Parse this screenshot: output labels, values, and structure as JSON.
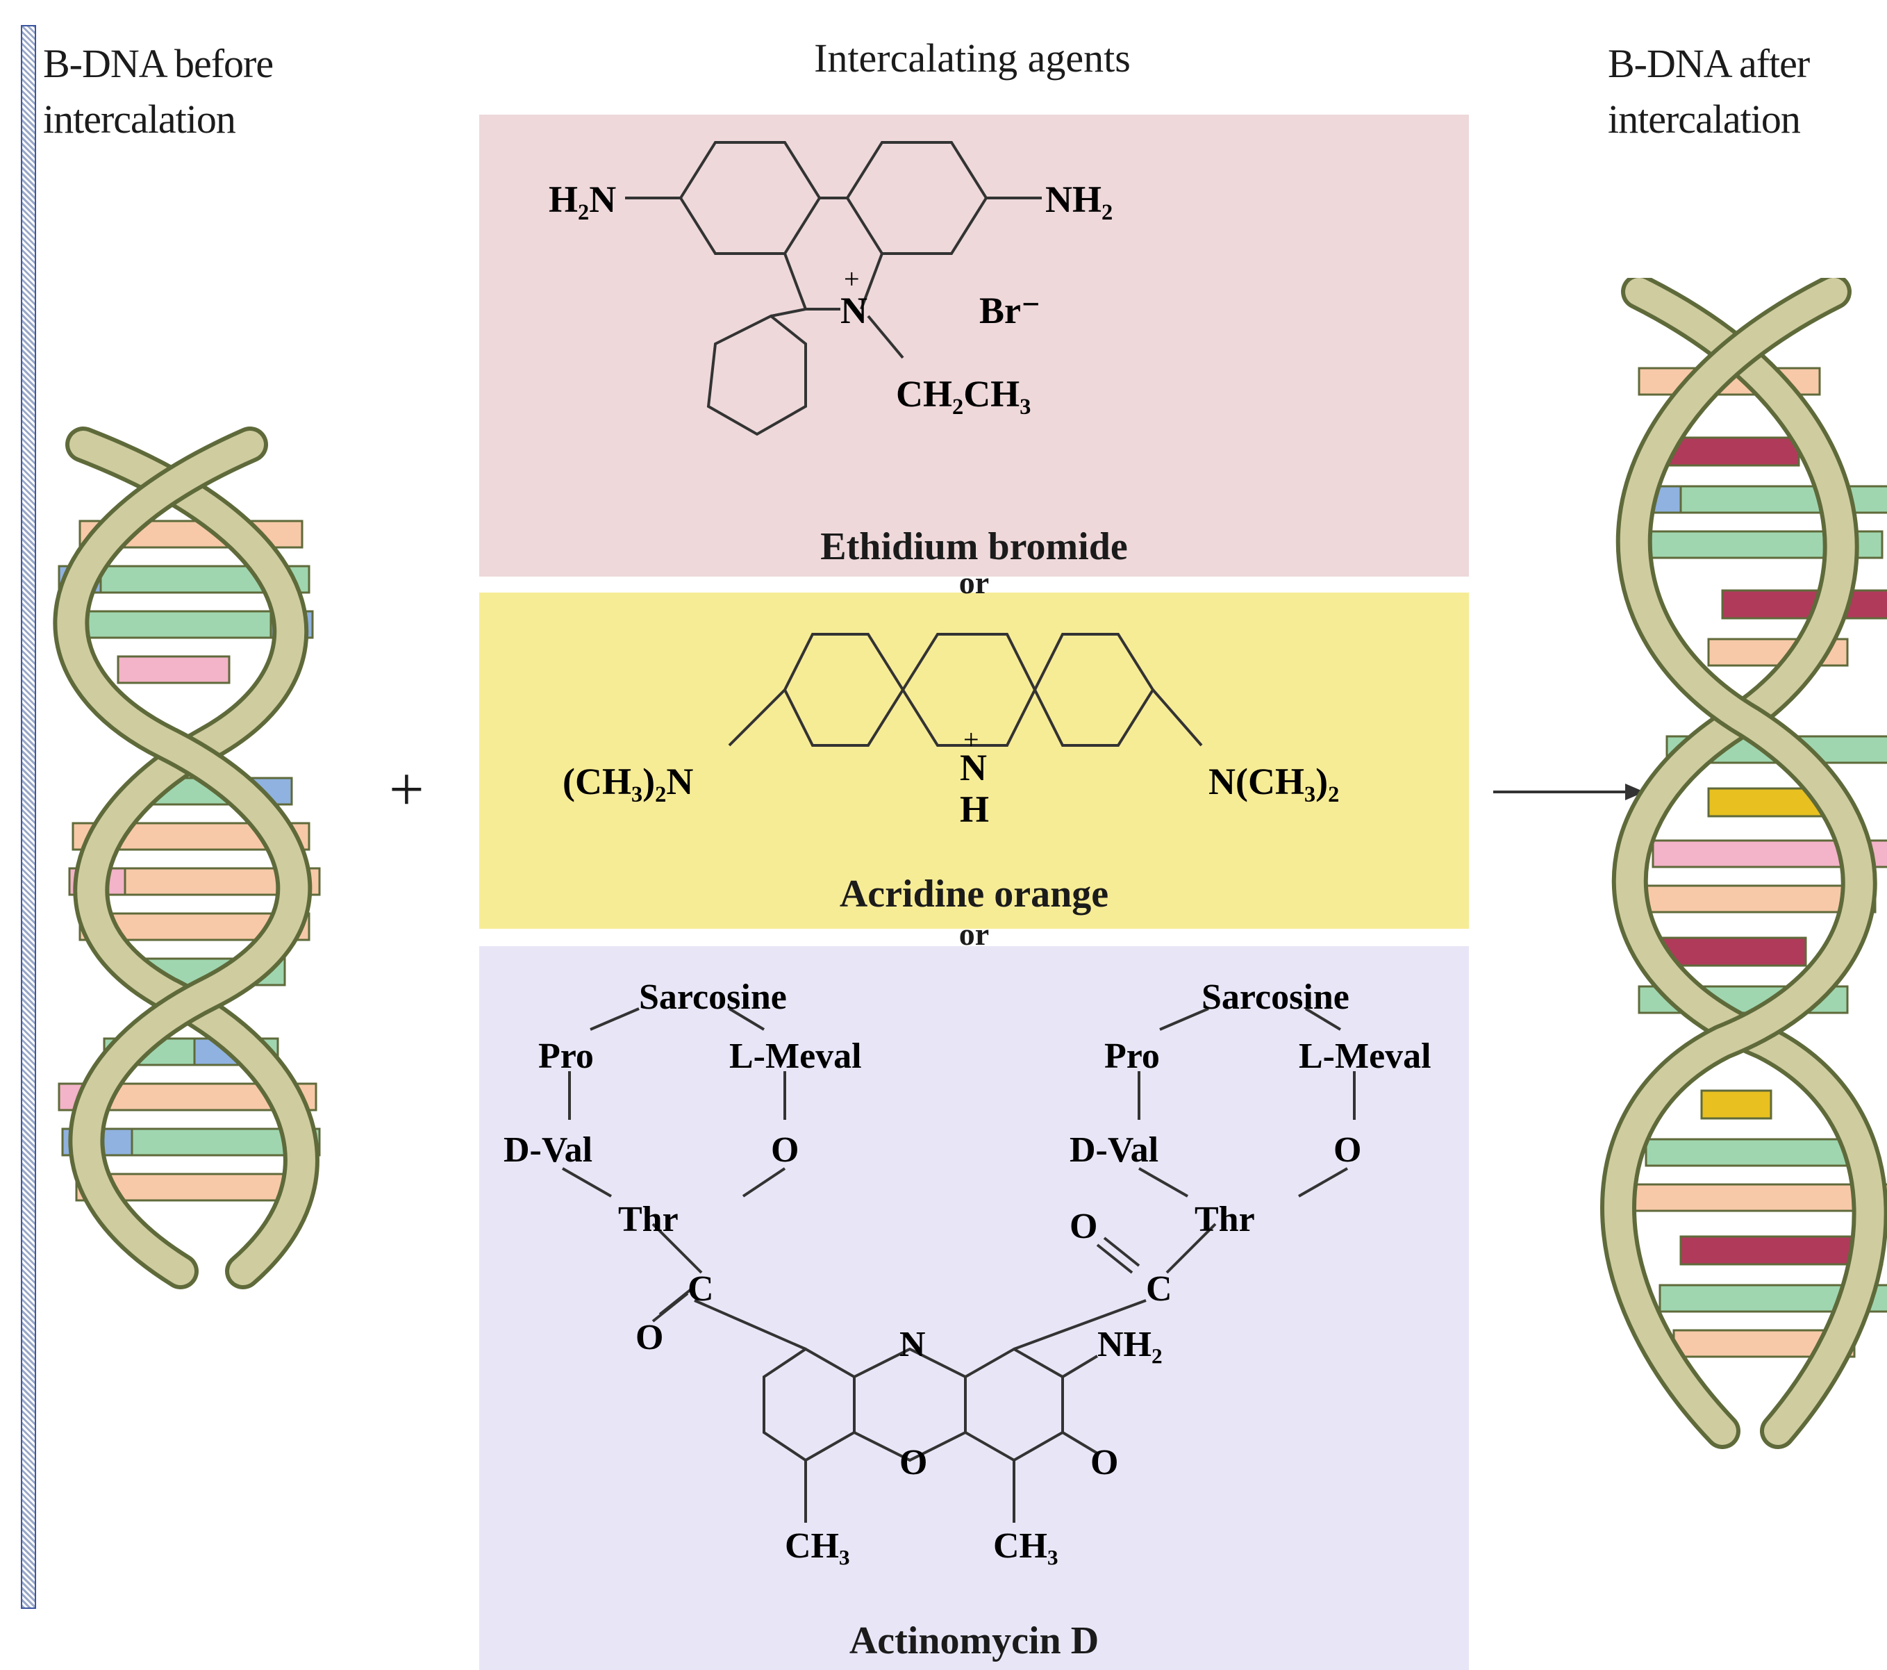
{
  "left_header": [
    "B-DNA before",
    "intercalation"
  ],
  "center_header": "Intercalating agents",
  "right_header": [
    "B-DNA after",
    "intercalation"
  ],
  "plus_sign": "+",
  "connector": "or",
  "ethidium": {
    "name": "Ethidium bromide",
    "h2n": "H₂N",
    "nh2": "NH₂",
    "br": "Br⁻",
    "ethyl": "CH₂CH₃",
    "n_plus": "N",
    "charge": "+"
  },
  "acridine": {
    "name": "Acridine orange",
    "left_group": "(CH₃)₂N",
    "right_group": "N(CH₃)₂",
    "n_plus": "N",
    "h": "H",
    "charge": "+"
  },
  "actinomycin": {
    "name": "Actinomycin D",
    "sarcosine": "Sarcosine",
    "pro": "Pro",
    "meval": "L-Meval",
    "dval": "D-Val",
    "o": "O",
    "thr": "Thr",
    "c": "C",
    "n": "N",
    "nh2": "NH₂",
    "ch3": "CH₃"
  },
  "colors": {
    "pink_panel": "#eed8da",
    "yellow_panel": "#f7ec96",
    "lavender_panel": "#e8e6f6",
    "backbone": "#cfcca0",
    "backbone_edge": "#5f6a3a",
    "base_peach": "#f7c9a8",
    "base_green": "#9fd6b0",
    "base_blue": "#8fb2e0",
    "base_pink": "#f3b3c8",
    "intercalator_red": "#b03a5a",
    "intercalator_yellow": "#e8c020"
  }
}
